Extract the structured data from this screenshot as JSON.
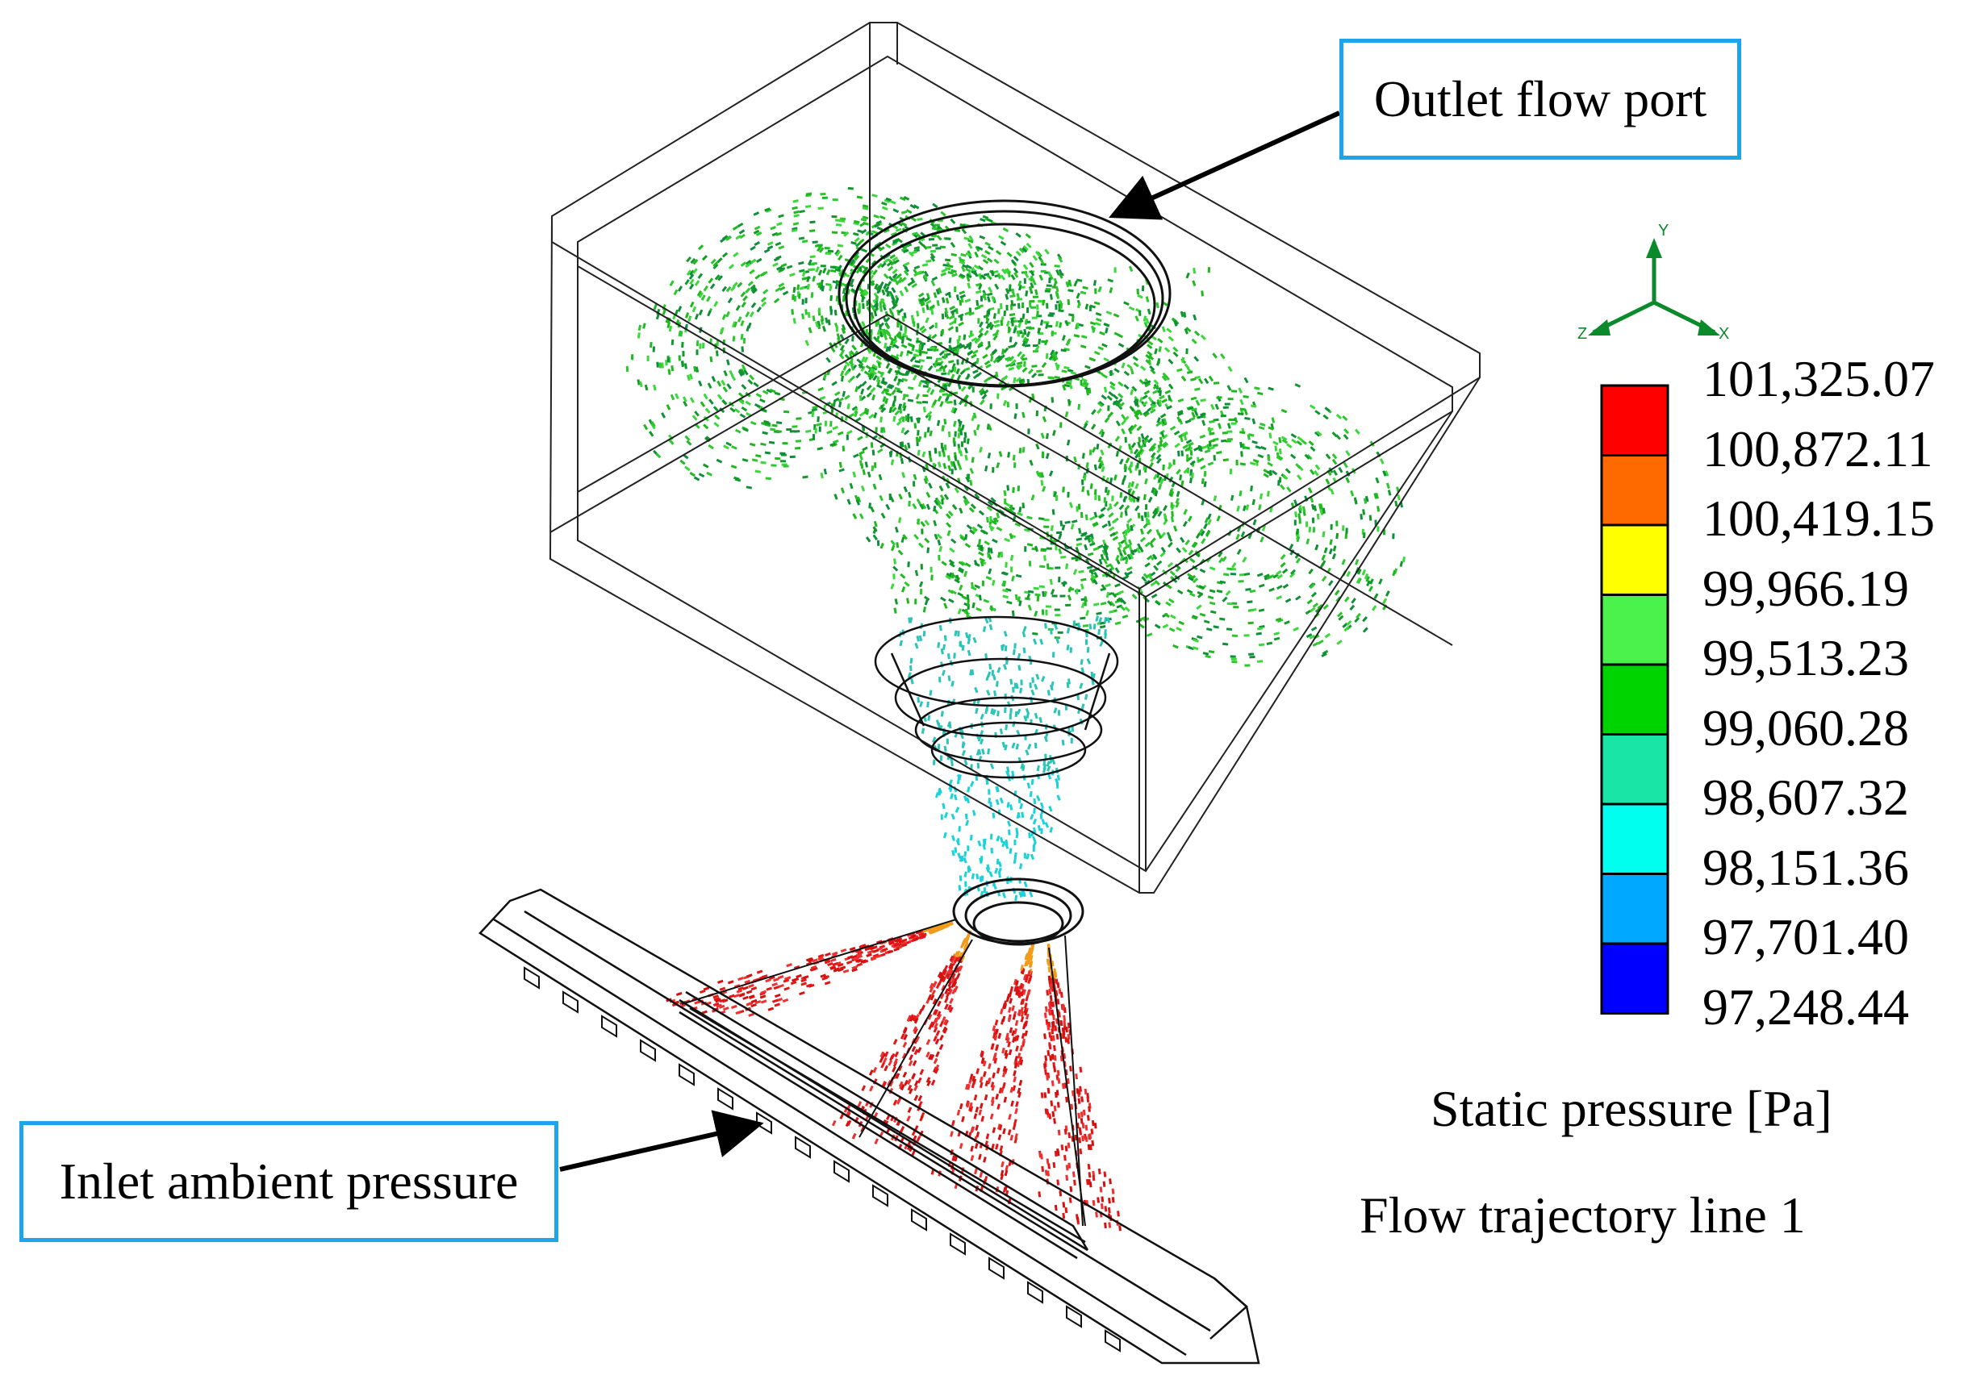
{
  "callouts": {
    "outlet": "Outlet flow port",
    "inlet": "Inlet ambient pressure"
  },
  "legend": {
    "title": "Static pressure [Pa]",
    "subtitle": "Flow trajectory line 1",
    "entries": [
      {
        "value": "101,325.07",
        "color": "#ff0000"
      },
      {
        "value": "100,872.11",
        "color": "#ff6a00"
      },
      {
        "value": "100,419.15",
        "color": "#ffff00"
      },
      {
        "value": "99,966.19",
        "color": "#4cf24c"
      },
      {
        "value": "99,513.23",
        "color": "#00d400"
      },
      {
        "value": "99,060.28",
        "color": "#19e6a6"
      },
      {
        "value": "98,607.32",
        "color": "#00ffee"
      },
      {
        "value": "98,151.36",
        "color": "#00a8ff"
      },
      {
        "value": "97,701.40",
        "color": "#0000ff"
      },
      {
        "value": "97,248.44",
        "color": ""
      }
    ]
  },
  "axes_triad": {
    "y": "Y",
    "x": "X",
    "z": "Z"
  },
  "colors": {
    "outlet_flow": "#1fb81f",
    "throat_flow": "#2bc4b8",
    "inlet_flow": "#e31515",
    "callout_border": "#1ea4e8",
    "wireframe": "#000000"
  }
}
